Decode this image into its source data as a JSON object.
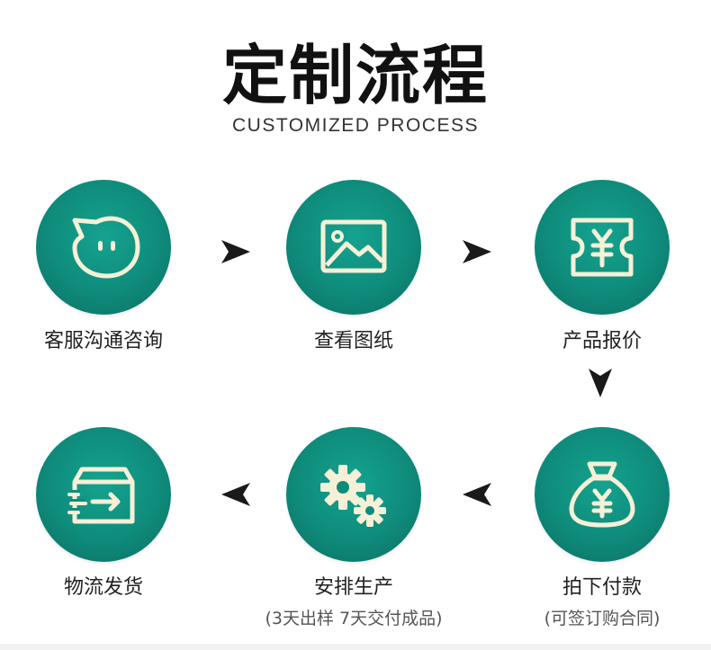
{
  "title": "定制流程",
  "subtitle": "CUSTOMIZED PROCESS",
  "steps": [
    {
      "label": "客服沟通咨询",
      "icon": "chat-bubble-icon"
    },
    {
      "label": "查看图纸",
      "icon": "image-icon"
    },
    {
      "label": "产品报价",
      "icon": "yen-ticket-icon"
    },
    {
      "label": "拍下付款",
      "icon": "money-bag-icon",
      "note": "(可签订购合同)"
    },
    {
      "label": "安排生产",
      "icon": "gears-icon",
      "note": "(3天出样 7天交付成品)"
    },
    {
      "label": "物流发货",
      "icon": "delivery-box-icon"
    }
  ],
  "colors": {
    "circle": "#0f8b7b",
    "icon": "#f6f0d7",
    "arrow": "#1a1a1a"
  }
}
